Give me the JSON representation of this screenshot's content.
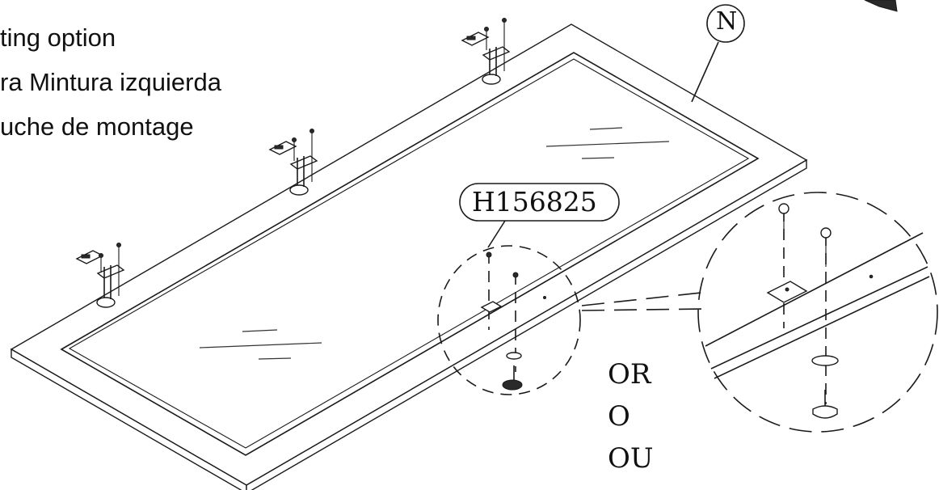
{
  "instructions": {
    "line1": "ting option",
    "line2": "ra Mintura izquierda",
    "line3": "uche de montage"
  },
  "callouts": {
    "part_letter": "N",
    "part_number": "H156825"
  },
  "alternatives": {
    "en": "OR",
    "es": "O",
    "fr": "OU"
  },
  "colors": {
    "ink": "#1a1a1a",
    "background": "#ffffff"
  }
}
